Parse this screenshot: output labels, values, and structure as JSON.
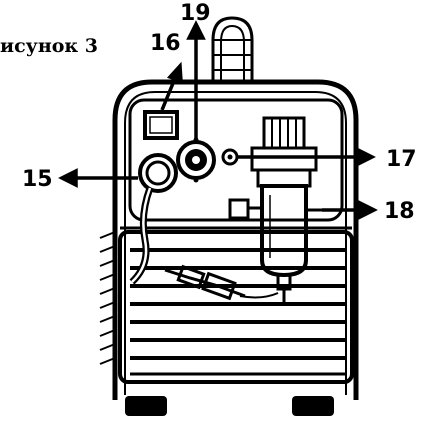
{
  "figure": {
    "caption": "исунок 3"
  },
  "callouts": [
    {
      "id": "15",
      "label": "15"
    },
    {
      "id": "16",
      "label": "16"
    },
    {
      "id": "17",
      "label": "17"
    },
    {
      "id": "18",
      "label": "18"
    },
    {
      "id": "19",
      "label": "19"
    }
  ],
  "colors": {
    "ink": "#000000",
    "paper": "#ffffff"
  }
}
